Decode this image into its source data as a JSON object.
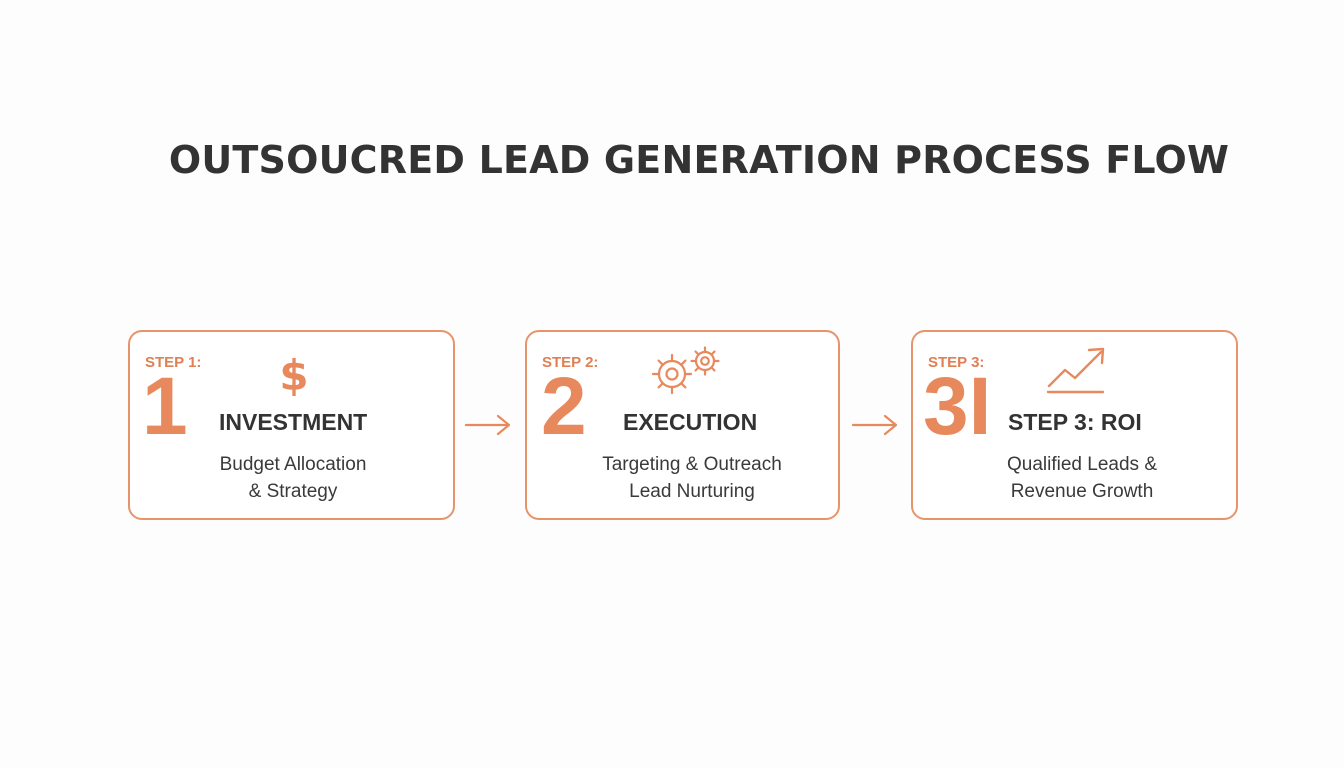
{
  "title": "OUTSOUCRED LEAD GENERATION PROCESS FLOW",
  "steps": [
    {
      "step_label": "STEP 1:",
      "number": "1",
      "heading": "INVESTMENT",
      "description": [
        "Budget Allocation",
        "& Strategy"
      ],
      "icon": "dollar-icon"
    },
    {
      "step_label": "STEP 2:",
      "number": "2",
      "heading": "EXECUTION",
      "description": [
        "Targeting & Outreach",
        "Lead Nurturing"
      ],
      "icon": "gears-icon"
    },
    {
      "step_label": "STEP 3:",
      "number": "3I",
      "heading": "STEP 3: ROI",
      "description": [
        "Qualified Leads &",
        "Revenue Growth"
      ],
      "icon": "trend-up-icon"
    }
  ],
  "colors": {
    "accent": "#e8895d",
    "text": "#333333",
    "background": "#fdfdfd"
  }
}
